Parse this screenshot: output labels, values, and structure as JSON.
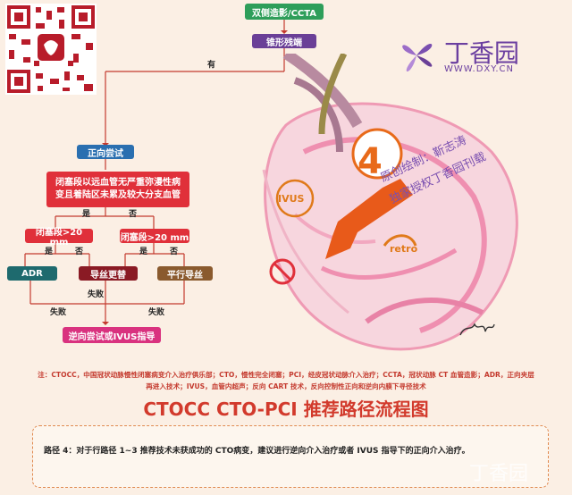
{
  "flow": {
    "start": "双侧造影/CCTA",
    "stump": "锥形残端",
    "yes_top": "有",
    "antegrade": "正向尝试",
    "condition": "闭塞段以远血管无严重弥漫性病变且着陆区未累及较大分支血管",
    "cond_yes": "是",
    "cond_no": "否",
    "len_left": "闭塞段>20 mm",
    "len_right": "闭塞段>20 mm",
    "ll_yes": "是",
    "ll_no": "否",
    "lr_yes": "是",
    "lr_no": "否",
    "adr": "ADR",
    "wire_change": "导丝更替",
    "parallel": "平行导丝",
    "fail1": "失败",
    "fail2": "失败",
    "fail3": "失败",
    "retro": "逆向尝试或IVUS指导"
  },
  "illustration": {
    "number": "4",
    "ivus": "IVUS",
    "retro": "retro",
    "credit1": "原创绘制：靳志涛",
    "credit2": "独家授权丁香园刊载"
  },
  "logo": {
    "name": "丁香园",
    "url": "WWW.DXY.CN"
  },
  "note": "注：CTOCC，中国冠状动脉慢性闭塞病变介入治疗俱乐部；CTO，慢性完全闭塞；PCI，经皮冠状动脉介入治疗；CCTA，冠状动脉 CT 血管造影；ADR，正向夹层再进入技术；IVUS，血管内超声；反向 CART 技术，反向控制性正向和逆向内膜下寻径技术",
  "title": "CTOCC CTO-PCI 推荐路径流程图",
  "path_text": "路径 4：对于行路径 1~3 推荐技术未获成功的 CTO病变，建议进行逆向介入治疗或者 IVUS 指导下的正向介入治疗。",
  "watermark": "丁香园",
  "colors": {
    "green": "#2e9e5a",
    "purple": "#6a3f97",
    "blue": "#2a6fb0",
    "red": "#e0303a",
    "teal": "#1e6a6e",
    "darkred": "#8a1a24",
    "brown": "#8a5a2e",
    "pink": "#d9327f"
  }
}
